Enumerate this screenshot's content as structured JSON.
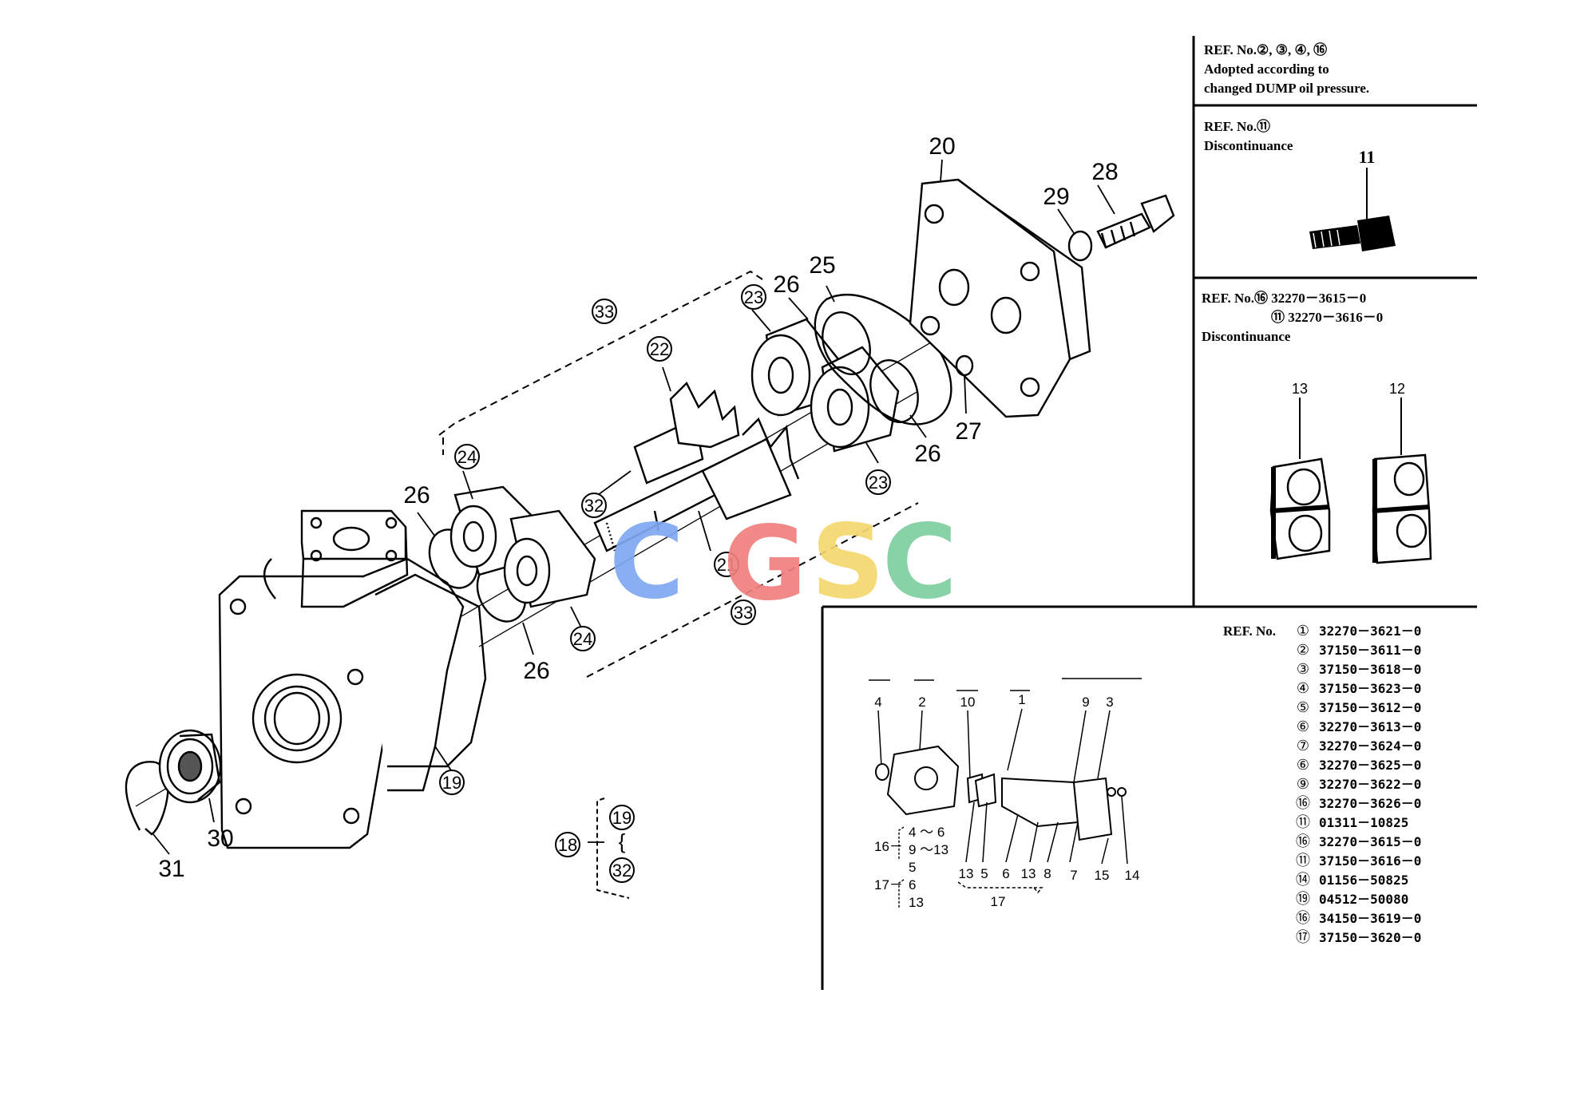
{
  "callouts": {
    "n20": "20",
    "n28": "28",
    "n29": "29",
    "n25": "25",
    "n26a": "26",
    "n23a": "23",
    "n33a": "33",
    "n22": "22",
    "n27": "27",
    "n26b": "26",
    "n23b": "23",
    "n24a": "24",
    "n26c": "26",
    "n32": "32",
    "n21": "21",
    "n33b": "33",
    "n24b": "24",
    "n26d": "26",
    "n19": "19",
    "n30": "30",
    "n31": "31",
    "n18": "18",
    "n19b": "19",
    "n32b": "32"
  },
  "notes": {
    "note1": {
      "line1": "REF. No.②, ③, ④, ⑯",
      "line2": "Adopted according to",
      "line3": "changed DUMP oil pressure."
    },
    "note2": {
      "line1": "REF. No.⑪",
      "line2": "Discontinuance",
      "label": "11"
    },
    "note3": {
      "line1": "REF. No.⑯ 32270－3615－0",
      "line2": "⑪ 32270－3616－0",
      "line3": "Discontinuance",
      "label13": "13",
      "label12": "12"
    }
  },
  "inset": {
    "top_labels": [
      "4",
      "2",
      "10",
      "1",
      "9",
      "3"
    ],
    "bottom_labels": [
      "13",
      "5",
      "6",
      "13",
      "8",
      "7",
      "15",
      "14"
    ],
    "group17": "17",
    "legend": {
      "g16": "16－",
      "g16a": "4 ～ 6",
      "g16b": "9 ～13",
      "g16c": "5",
      "g17": "17－",
      "g17a": "6",
      "g17b": "13"
    }
  },
  "ref_table": {
    "title": "REF. No.",
    "rows": [
      {
        "ref": "①",
        "part": "32270－3621－0"
      },
      {
        "ref": "②",
        "part": "37150－3611－0"
      },
      {
        "ref": "③",
        "part": "37150－3618－0"
      },
      {
        "ref": "④",
        "part": "37150－3623－0"
      },
      {
        "ref": "⑤",
        "part": "37150－3612－0"
      },
      {
        "ref": "⑥",
        "part": "32270－3613－0"
      },
      {
        "ref": "⑦",
        "part": "32270－3624－0"
      },
      {
        "ref": "⑥",
        "part": "32270－3625－0"
      },
      {
        "ref": "⑨",
        "part": "32270－3622－0"
      },
      {
        "ref": "⑯",
        "part": "32270－3626－0"
      },
      {
        "ref": "⑪",
        "part": "01311－10825"
      },
      {
        "ref": "⑯",
        "part": "32270－3615－0"
      },
      {
        "ref": "⑪",
        "part": "37150－3616－0"
      },
      {
        "ref": "⑭",
        "part": "01156－50825"
      },
      {
        "ref": "⑲",
        "part": "04512－50080"
      },
      {
        "ref": "⑯",
        "part": "34150－3619－0"
      },
      {
        "ref": "⑰",
        "part": "37150－3620－0"
      }
    ]
  },
  "watermark": {
    "letters": [
      "C",
      "G",
      "S",
      "C"
    ],
    "colors": [
      "#7fa8f0",
      "#f08080",
      "#f5d76e",
      "#7ecfa0"
    ]
  }
}
